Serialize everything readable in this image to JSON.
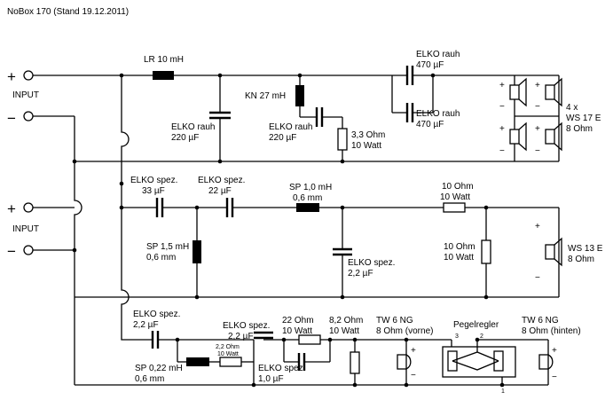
{
  "title": "NoBox 170 (Stand 19.12.2011)",
  "inputs": {
    "top": {
      "label": "INPUT",
      "plus": "+",
      "minus": "−"
    },
    "middle": {
      "label": "INPUT",
      "plus": "+",
      "minus": "−"
    }
  },
  "bass": {
    "lr": "LR 10 mH",
    "elko1": [
      "ELKO rauh",
      "220 µF"
    ],
    "kn": "KN 27 mH",
    "elko2": [
      "ELKO rauh",
      "220 µF"
    ],
    "res": [
      "3,3 Ohm",
      "10 Watt"
    ],
    "elko_top": [
      "ELKO rauh",
      "470 µF"
    ],
    "elko_bot": [
      "ELKO rauh",
      "470 µF"
    ],
    "speaker": [
      "4 x",
      "WS 17 E",
      "8 Ohm"
    ]
  },
  "mid": {
    "elko1": [
      "ELKO spez.",
      "33 µF"
    ],
    "elko2": [
      "ELKO spez.",
      "22 µF"
    ],
    "sp1": [
      "SP 1,0 mH",
      "0,6 mm"
    ],
    "sp2": [
      "SP 1,5 mH",
      "0,6 mm"
    ],
    "elko3": [
      "ELKO spez.",
      "2,2 µF"
    ],
    "res_series": [
      "10 Ohm",
      "10 Watt"
    ],
    "res_shunt": [
      "10 Ohm",
      "10 Watt"
    ],
    "speaker": [
      "WS 13 E",
      "8 Ohm"
    ]
  },
  "tweeter": {
    "elko1": [
      "ELKO spez.",
      "2,2 µF"
    ],
    "elko2": [
      "ELKO spez.",
      "2,2 µF"
    ],
    "res_small": [
      "2,2 Ohm",
      "10 Watt"
    ],
    "sp": [
      "SP 0,22 mH",
      "0,6 mm"
    ],
    "res22": [
      "22 Ohm",
      "10 Watt"
    ],
    "elko3": [
      "ELKO spez.",
      "1,0 µF"
    ],
    "res82": [
      "8,2 Ohm",
      "10 Watt"
    ],
    "tw_front": [
      "TW 6 NG",
      "8 Ohm (vorne)"
    ],
    "pegel": "Pegelregler",
    "pin1": "1",
    "pin2": "2",
    "pin3": "3",
    "tw_back": [
      "TW 6 NG",
      "8 Ohm (hinten)"
    ]
  },
  "polarity": {
    "plus": "+",
    "minus": "−"
  }
}
